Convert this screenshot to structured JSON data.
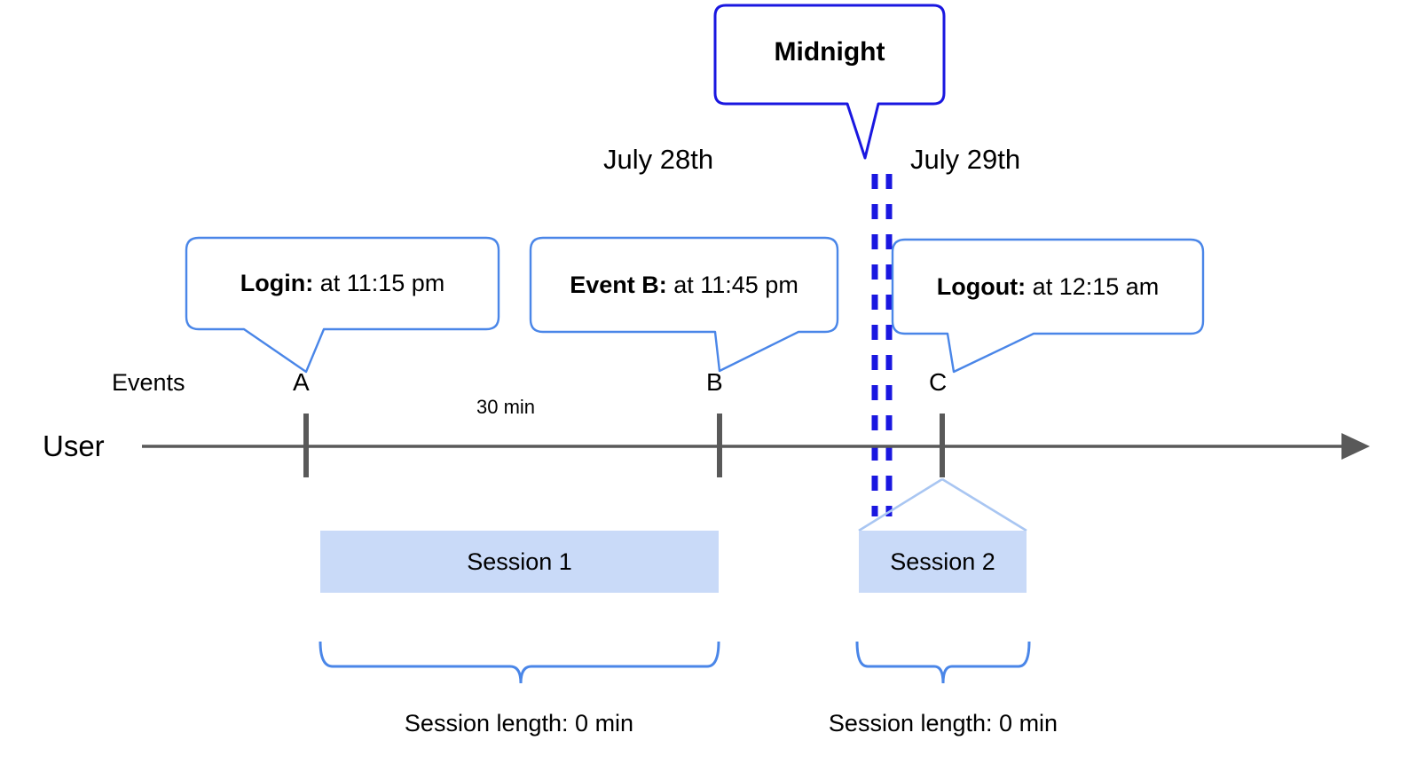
{
  "diagram": {
    "title_callout": {
      "label": "Midnight",
      "border_color": "#1a17e0"
    },
    "dates": [
      {
        "label": "July 28th"
      },
      {
        "label": "July 29th"
      }
    ],
    "event_callouts": [
      {
        "name": "login",
        "bold": "Login:",
        "rest": " at 11:15 pm"
      },
      {
        "name": "event-b",
        "bold": "Event B:",
        "rest": " at 11:45 pm"
      },
      {
        "name": "logout",
        "bold": "Logout:",
        "rest": " at 12:15 am"
      }
    ],
    "axis": {
      "row_label": "User",
      "events_label": "Events",
      "points": [
        {
          "id": "A"
        },
        {
          "id": "B"
        },
        {
          "id": "C"
        }
      ],
      "interval_label": "30 min",
      "line_color": "#595959",
      "tick_color": "#595959"
    },
    "sessions": [
      {
        "label": "Session 1",
        "length_label": "Session length: 0 min"
      },
      {
        "label": "Session 2",
        "length_label": "Session length: 0 min"
      }
    ],
    "colors": {
      "callout_border": "#4a86e8",
      "midnight_border": "#1a17e0",
      "midnight_dash": "#1a17e0",
      "session_fill": "#c9daf8",
      "brace": "#4a86e8",
      "axis": "#595959"
    }
  }
}
